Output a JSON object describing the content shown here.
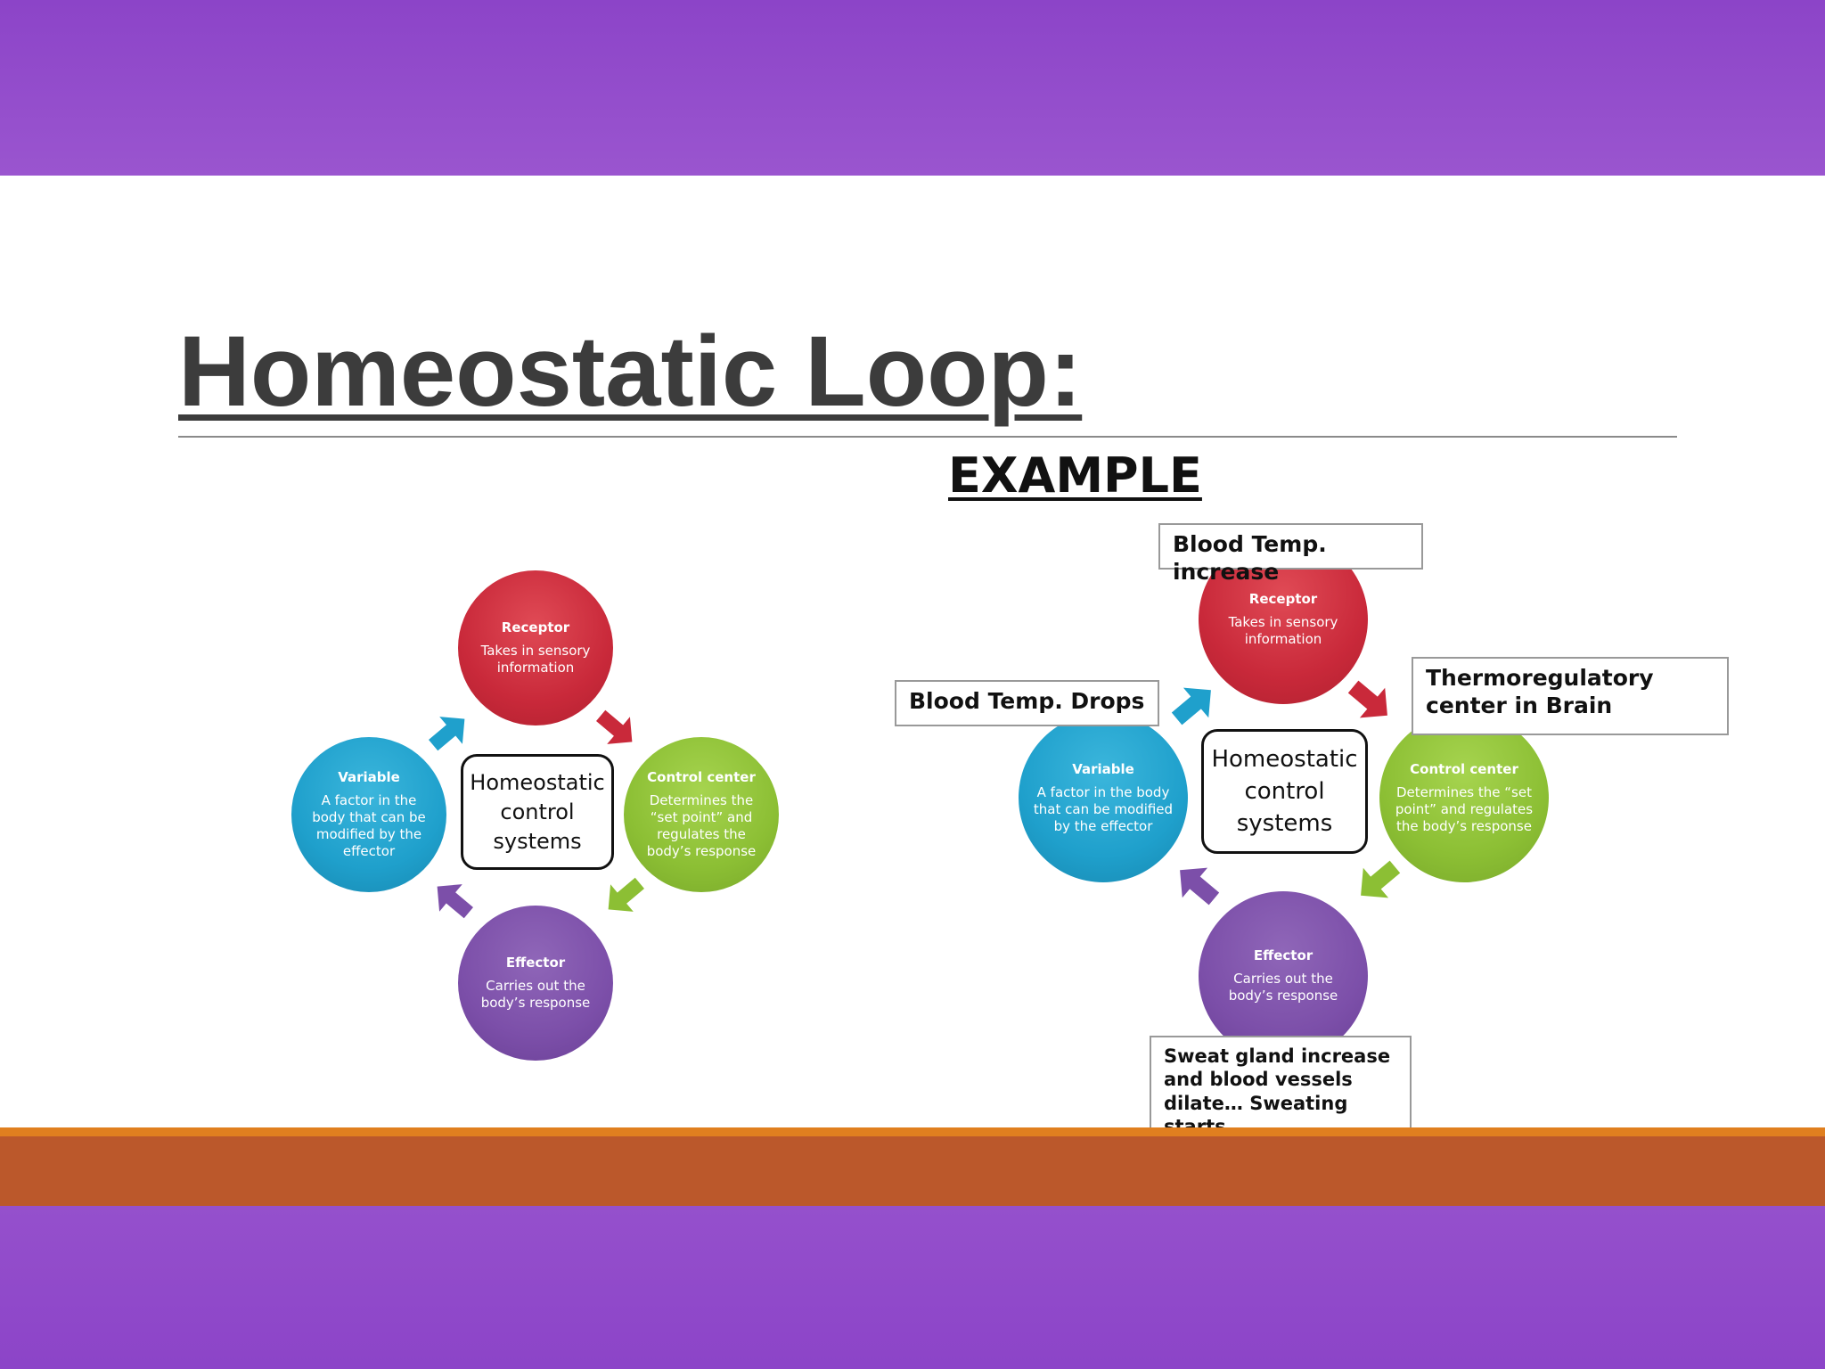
{
  "slide": {
    "title": "Homeostatic Loop:",
    "subtitle": "EXAMPLE",
    "colors": {
      "top_band": "#8c44c8",
      "orange_band": "#bb582b",
      "orange_line": "#e07f1f",
      "red": "#c9293a",
      "green": "#8cbf34",
      "blue": "#1fa0cc",
      "purple": "#7c4fa9"
    }
  },
  "generic_diagram": {
    "center": "Homeostatic control systems",
    "receptor": {
      "title": "Receptor",
      "desc": "Takes in sensory information"
    },
    "control_center": {
      "title": "Control center",
      "desc": "Determines the “set point” and regulates the body’s response"
    },
    "effector": {
      "title": "Effector",
      "desc": "Carries out the body’s response"
    },
    "variable": {
      "title": "Variable",
      "desc": "A factor in the body that can be modified by the effector"
    }
  },
  "example_diagram": {
    "center": "Homeostatic control systems",
    "receptor": {
      "title": "Receptor",
      "desc": "Takes in sensory information"
    },
    "control_center": {
      "title": "Control center",
      "desc": "Determines the “set point” and regulates the body’s response"
    },
    "effector": {
      "title": "Effector",
      "desc": "Carries out the body’s response"
    },
    "variable": {
      "title": "Variable",
      "desc": "A factor in the body that can be modified by the effector"
    },
    "labels": {
      "receptor_label": "Blood Temp. increase",
      "control_label": "Thermoregulatory center in Brain",
      "variable_label": "Blood Temp. Drops",
      "effector_label": "Sweat gland increase and blood vessels dilate… Sweating starts"
    }
  }
}
